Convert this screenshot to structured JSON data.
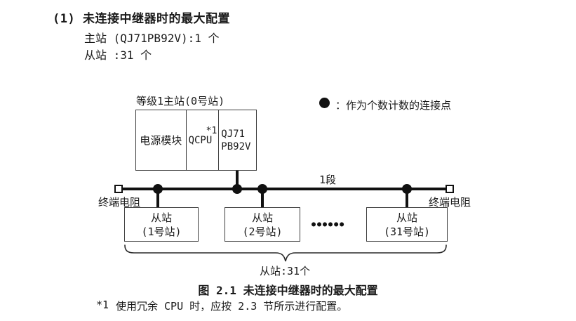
{
  "header": {
    "title": "(1) 未连接中继器时的最大配置",
    "master_count": "主站 (QJ71PB92V):1 个",
    "slave_count": "从站 :31 个"
  },
  "master_station": {
    "label": "等级1主站(0号站)",
    "power_module": "电源模块",
    "cpu": "QCPU",
    "cpu_note": "*1",
    "module_line1": "QJ71",
    "module_line2": "PB92V"
  },
  "legend": {
    "symbol": "connection-point-dot",
    "text": "：作为个数计数的连接点"
  },
  "bus": {
    "segment_label": "1段",
    "left_terminator": "终端电阻",
    "right_terminator": "终端电阻"
  },
  "slaves": [
    {
      "line1": "从站",
      "line2": "(1号站)"
    },
    {
      "line1": "从站",
      "line2": "(2号站)"
    },
    {
      "line1": "从站",
      "line2": "(31号站)"
    }
  ],
  "ellipsis": "●●●●●●",
  "brace_label": "从站:31个",
  "caption": "图 2.1 未连接中继器时的最大配置",
  "footnote": {
    "marker": "*1",
    "text": "使用冗余 CPU 时，应按 2.3 节所示进行配置。"
  },
  "colors": {
    "text": "#1a1a1a",
    "line": "#111111",
    "border": "#3d3d3d",
    "background": "#ffffff"
  }
}
